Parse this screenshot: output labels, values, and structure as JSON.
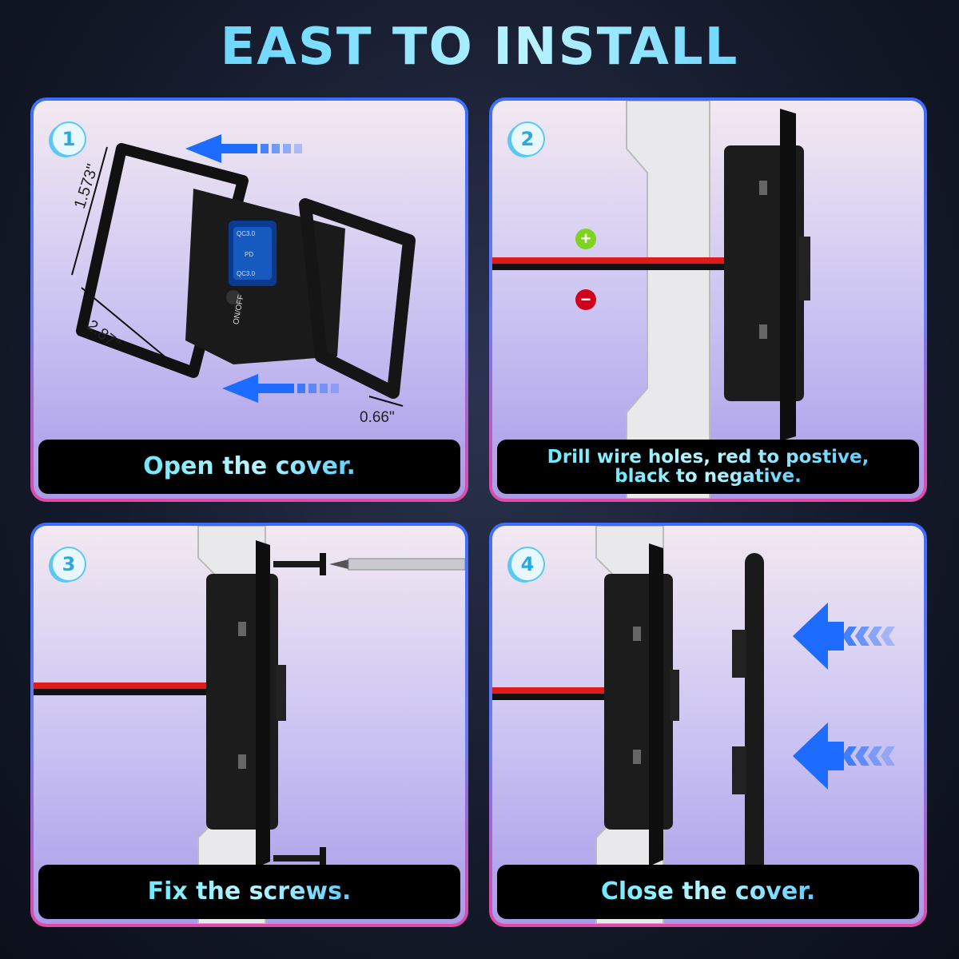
{
  "title": "EAST TO INSTALL",
  "colors": {
    "title_cyan": "#4fc3f7",
    "panel_border_blue": "#3d6cff",
    "panel_border_pink": "#e24aa8",
    "arrow_blue": "#1e6bff",
    "wire_red": "#e01b1b",
    "plus_green": "#7ed321",
    "minus_red": "#d0021b"
  },
  "panels": [
    {
      "step": "1",
      "caption": "Open the cover.",
      "dimensions": {
        "height": "1.573\"",
        "width": "2.87\"",
        "depth": "0.66\""
      },
      "labels": {
        "switch": "ON/OFF",
        "port_top": "QC3.0",
        "port_mid": "PD",
        "port_bottom": "QC3.0"
      }
    },
    {
      "step": "2",
      "caption_line1": "Drill wire holes, red to postive,",
      "caption_line2": "black to negative.",
      "plus": "+",
      "minus": "−"
    },
    {
      "step": "3",
      "caption": "Fix the screws."
    },
    {
      "step": "4",
      "caption": "Close the cover."
    }
  ]
}
